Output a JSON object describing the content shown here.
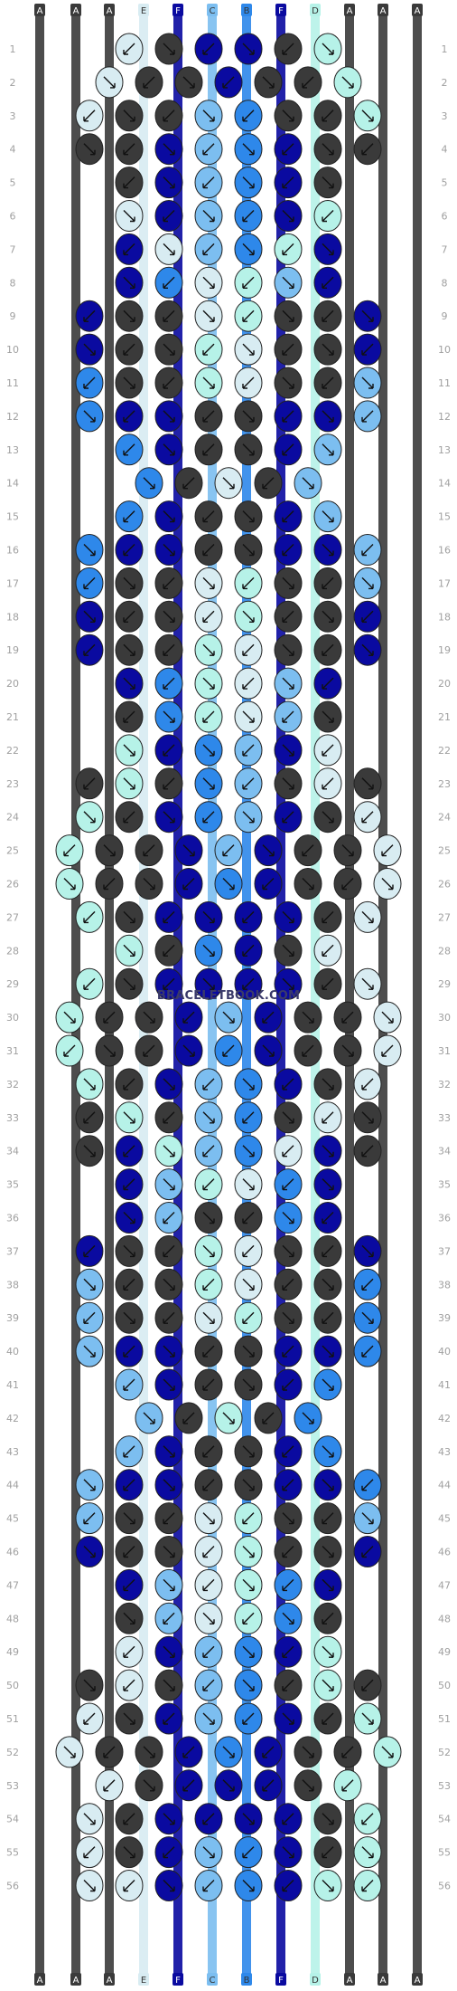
{
  "title": "",
  "watermark": "BRACELETBOOK.COM",
  "strings": {
    "top_labels": [
      "A",
      "A",
      "A",
      "E",
      "F",
      "C",
      "B",
      "F",
      "D",
      "A",
      "A",
      "A"
    ],
    "bottom_labels": [
      "A",
      "A",
      "A",
      "E",
      "F",
      "C",
      "B",
      "F",
      "D",
      "A",
      "A",
      "A"
    ]
  },
  "colors": {
    "A": "#3a3a3a",
    "B": "#2e88ea",
    "C": "#7cbef0",
    "D": "#b6f2e8",
    "E": "#d8ecf2",
    "F": "#0a0aa0"
  },
  "rows": {
    "count": 56,
    "left_numbers": [
      "1",
      "2",
      "3",
      "4",
      "5",
      "6",
      "7",
      "8",
      "9",
      "10",
      "11",
      "12",
      "13",
      "14",
      "15",
      "16",
      "17",
      "18",
      "19",
      "20",
      "21",
      "22",
      "23",
      "24",
      "25",
      "26",
      "27",
      "28",
      "29",
      "30",
      "31",
      "32",
      "33",
      "34",
      "35",
      "36",
      "37",
      "38",
      "39",
      "40",
      "41",
      "42",
      "43",
      "44",
      "45",
      "46",
      "47",
      "48",
      "49",
      "50",
      "51",
      "52",
      "53",
      "54",
      "55",
      "56"
    ],
    "right_numbers": [
      "1",
      "2",
      "3",
      "4",
      "5",
      "6",
      "7",
      "8",
      "9",
      "10",
      "11",
      "12",
      "13",
      "14",
      "15",
      "16",
      "17",
      "18",
      "19",
      "20",
      "21",
      "22",
      "23",
      "24",
      "25",
      "26",
      "27",
      "28",
      "29",
      "30",
      "31",
      "32",
      "33",
      "34",
      "35",
      "36",
      "37",
      "38",
      "39",
      "40",
      "41",
      "42",
      "43",
      "44",
      "45",
      "46",
      "47",
      "48",
      "49",
      "50",
      "51",
      "52",
      "53",
      "54",
      "55",
      "56"
    ]
  },
  "knot_rows": [
    [
      "E",
      "A",
      "F",
      "F",
      "A",
      "D"
    ],
    [
      "E",
      "A",
      "A",
      "F",
      "A",
      "A",
      "D"
    ],
    [
      "E",
      "A",
      "A",
      "C",
      "B",
      "A",
      "A",
      "D"
    ],
    [
      "A",
      "A",
      "F",
      "C",
      "B",
      "F",
      "A",
      "A"
    ],
    [
      "A",
      "F",
      "C",
      "B",
      "F",
      "A"
    ],
    [
      "E",
      "F",
      "C",
      "B",
      "F",
      "D"
    ],
    [
      "F",
      "E",
      "C",
      "B",
      "D",
      "F"
    ],
    [
      "F",
      "B",
      "E",
      "D",
      "C",
      "F"
    ],
    [
      "F",
      "A",
      "A",
      "E",
      "D",
      "A",
      "A",
      "F"
    ],
    [
      "F",
      "A",
      "A",
      "D",
      "E",
      "A",
      "A",
      "F"
    ],
    [
      "B",
      "A",
      "A",
      "D",
      "E",
      "A",
      "A",
      "C"
    ],
    [
      "B",
      "F",
      "F",
      "A",
      "A",
      "F",
      "F",
      "C"
    ],
    [
      "B",
      "F",
      "A",
      "A",
      "F",
      "C"
    ],
    [
      "B",
      "A",
      "E",
      "A",
      "C"
    ],
    [
      "B",
      "F",
      "A",
      "A",
      "F",
      "C"
    ],
    [
      "B",
      "F",
      "F",
      "A",
      "A",
      "F",
      "F",
      "C"
    ],
    [
      "B",
      "A",
      "A",
      "E",
      "D",
      "A",
      "A",
      "C"
    ],
    [
      "F",
      "A",
      "A",
      "E",
      "D",
      "A",
      "A",
      "F"
    ],
    [
      "F",
      "A",
      "A",
      "D",
      "E",
      "A",
      "A",
      "F"
    ],
    [
      "F",
      "B",
      "D",
      "E",
      "C",
      "F"
    ],
    [
      "A",
      "B",
      "D",
      "E",
      "C",
      "A"
    ],
    [
      "D",
      "F",
      "B",
      "C",
      "F",
      "E"
    ],
    [
      "A",
      "D",
      "A",
      "B",
      "C",
      "A",
      "E",
      "A"
    ],
    [
      "D",
      "A",
      "F",
      "B",
      "C",
      "F",
      "A",
      "E"
    ],
    [
      "D",
      "A",
      "A",
      "F",
      "C",
      "F",
      "A",
      "A",
      "E"
    ],
    [
      "D",
      "A",
      "A",
      "F",
      "B",
      "F",
      "A",
      "A",
      "E"
    ],
    [
      "D",
      "A",
      "F",
      "F",
      "F",
      "F",
      "A",
      "E"
    ],
    [
      "D",
      "A",
      "B",
      "F",
      "A",
      "E"
    ],
    [
      "D",
      "A",
      "F",
      "F",
      "F",
      "F",
      "A",
      "E"
    ],
    [
      "D",
      "A",
      "A",
      "F",
      "C",
      "F",
      "A",
      "A",
      "E"
    ],
    [
      "D",
      "A",
      "A",
      "F",
      "B",
      "F",
      "A",
      "A",
      "E"
    ],
    [
      "D",
      "A",
      "F",
      "C",
      "B",
      "F",
      "A",
      "E"
    ],
    [
      "A",
      "D",
      "A",
      "C",
      "B",
      "A",
      "E",
      "A"
    ],
    [
      "A",
      "F",
      "D",
      "C",
      "B",
      "E",
      "F",
      "A"
    ],
    [
      "F",
      "C",
      "D",
      "E",
      "B",
      "F"
    ],
    [
      "F",
      "C",
      "A",
      "A",
      "B",
      "F"
    ],
    [
      "F",
      "A",
      "A",
      "D",
      "E",
      "A",
      "A",
      "F"
    ],
    [
      "C",
      "A",
      "A",
      "D",
      "E",
      "A",
      "A",
      "B"
    ],
    [
      "C",
      "A",
      "A",
      "E",
      "D",
      "A",
      "A",
      "B"
    ],
    [
      "C",
      "F",
      "F",
      "A",
      "A",
      "F",
      "F",
      "B"
    ],
    [
      "C",
      "F",
      "A",
      "A",
      "F",
      "B"
    ],
    [
      "C",
      "A",
      "D",
      "A",
      "B"
    ],
    [
      "C",
      "F",
      "A",
      "A",
      "F",
      "B"
    ],
    [
      "C",
      "F",
      "F",
      "A",
      "A",
      "F",
      "F",
      "B"
    ],
    [
      "C",
      "A",
      "A",
      "E",
      "D",
      "A",
      "A",
      "C"
    ],
    [
      "F",
      "A",
      "A",
      "E",
      "D",
      "A",
      "A",
      "F"
    ],
    [
      "F",
      "C",
      "E",
      "D",
      "B",
      "F"
    ],
    [
      "A",
      "C",
      "E",
      "D",
      "B",
      "A"
    ],
    [
      "E",
      "F",
      "C",
      "B",
      "F",
      "D"
    ],
    [
      "A",
      "E",
      "A",
      "C",
      "B",
      "A",
      "D",
      "A"
    ],
    [
      "E",
      "A",
      "F",
      "C",
      "B",
      "F",
      "A",
      "D"
    ],
    [
      "E",
      "A",
      "A",
      "F",
      "B",
      "F",
      "A",
      "A",
      "D"
    ],
    [
      "E",
      "A",
      "F",
      "F",
      "F",
      "A",
      "D"
    ],
    [
      "E",
      "A",
      "F",
      "F",
      "F",
      "F",
      "A",
      "D"
    ],
    [
      "E",
      "A",
      "F",
      "C",
      "B",
      "F",
      "A",
      "D"
    ],
    [
      "E",
      "E",
      "F",
      "C",
      "B",
      "F",
      "D",
      "D"
    ]
  ]
}
